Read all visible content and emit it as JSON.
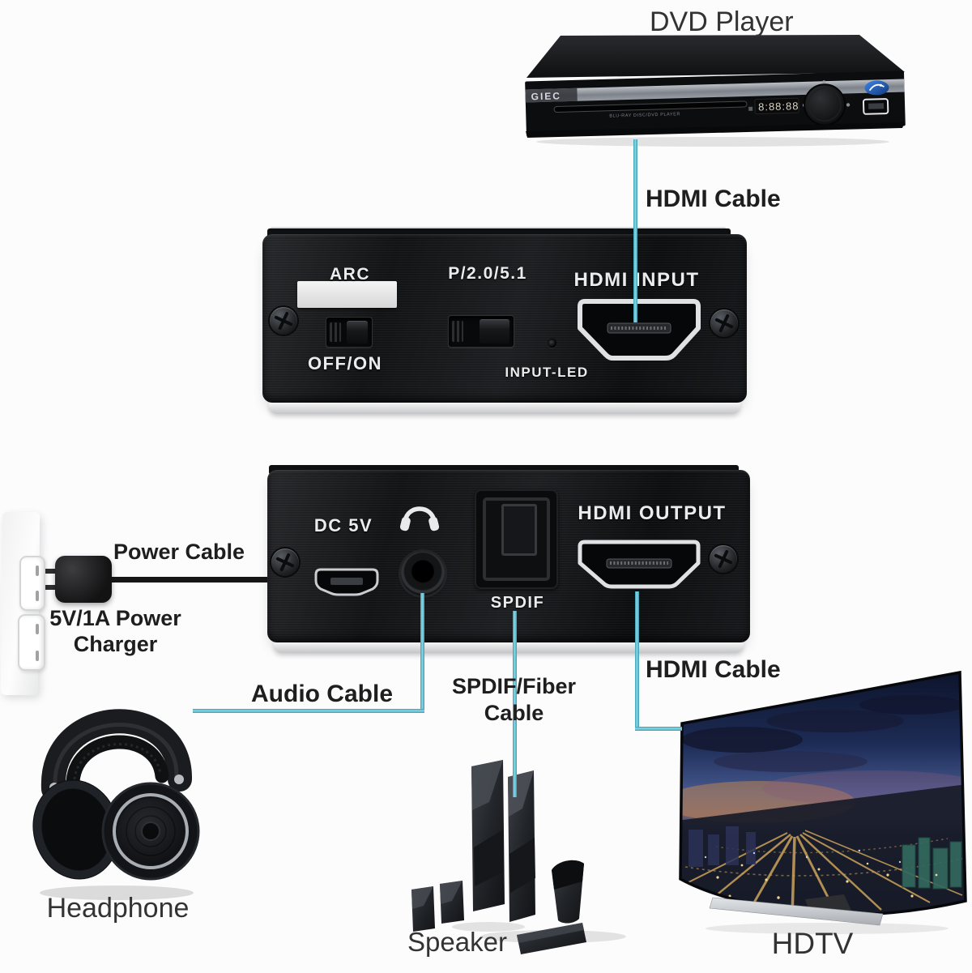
{
  "colors": {
    "cable_cyan": "#4fb6c9",
    "power_cord_black": "#161616",
    "label_dark": "#1e1e1e",
    "panel_text_white": "#ebecee"
  },
  "titles": {
    "dvd_player": "DVD Player",
    "headphone": "Headphone",
    "speaker": "Speaker",
    "hdtv": "HDTV"
  },
  "cables": {
    "hdmi_top": "HDMI Cable",
    "hdmi_bottom": "HDMI Cable",
    "power": "Power Cable",
    "audio": "Audio Cable",
    "spdif_fiber_line1": "SPDIF/Fiber",
    "spdif_fiber_line2": "Cable",
    "charger_line1": "5V/1A Power",
    "charger_line2": "Charger"
  },
  "dvd": {
    "brand": "GIEC",
    "slot_label": "BLU-RAY DISC/DVD PLAYER",
    "display": "8:88:88"
  },
  "input_panel": {
    "arc": "ARC",
    "off_on": "OFF/ON",
    "mode": "P/2.0/5.1",
    "hdmi_input": "HDMI INPUT",
    "input_led": "INPUT-LED"
  },
  "output_panel": {
    "dc_5v": "DC 5V",
    "spdif": "SPDIF",
    "hdmi_output": "HDMI OUTPUT"
  }
}
